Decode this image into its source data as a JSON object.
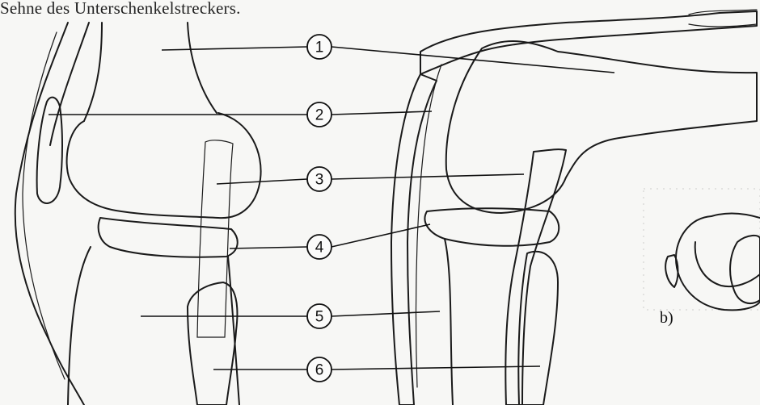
{
  "caption": "Sehne des Unterschenkelstreckers.",
  "labels": [
    "1",
    "2",
    "3",
    "4",
    "5",
    "6"
  ],
  "sublabel": "b)"
}
